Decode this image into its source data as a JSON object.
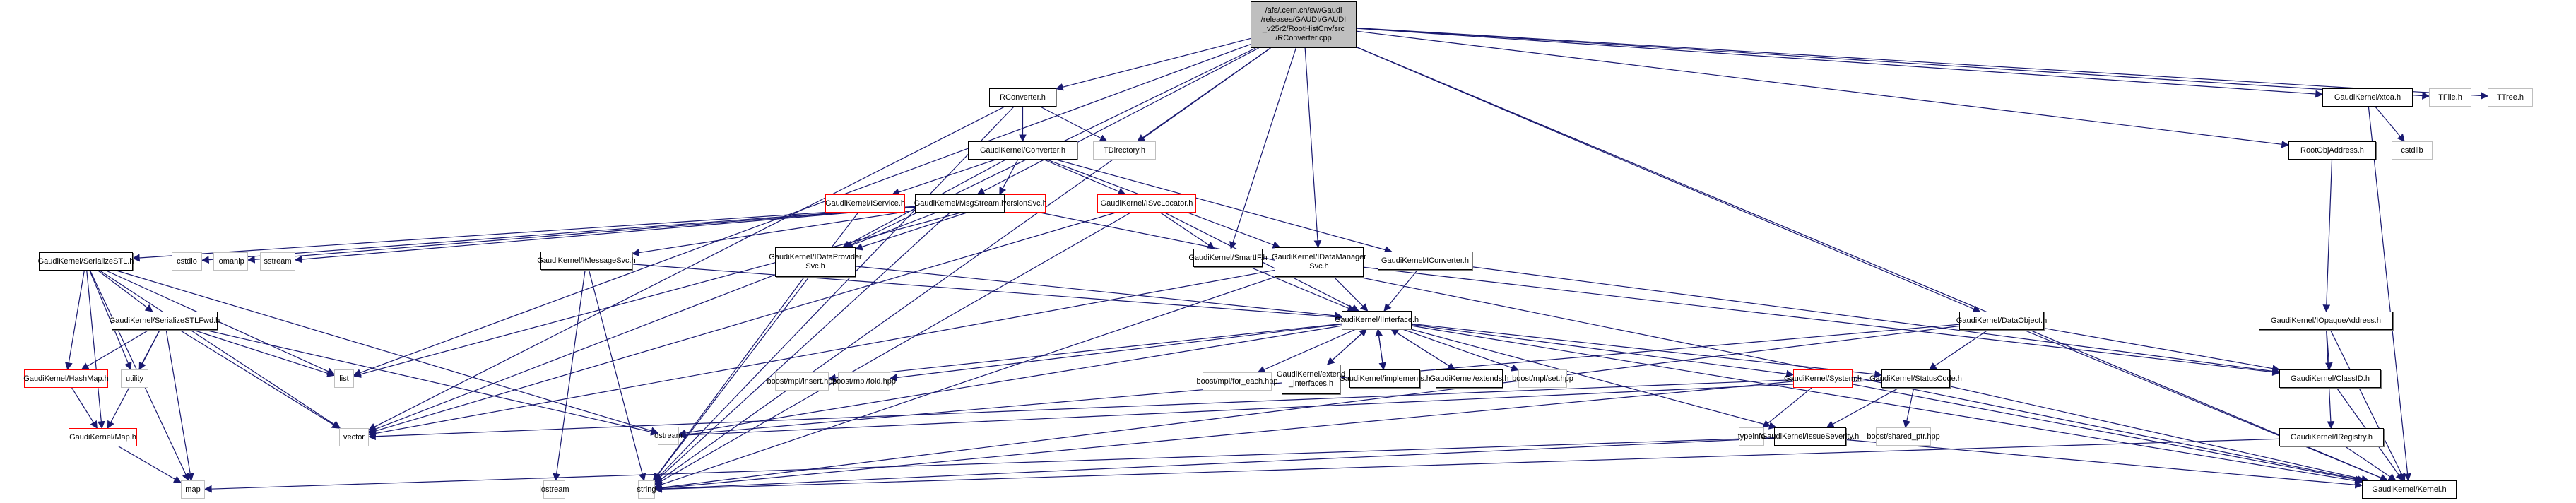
{
  "diagram": {
    "title": "Include dependency graph",
    "root_file": "/afs/.cern.ch/sw/Gaudi\n/releases/GAUDI/GAUDI\n_v25r2/RootHistCnv/src\n/RConverter.cpp",
    "colors": {
      "edge": "#191970",
      "node_border": "#000000",
      "incomplete_border": "#ff0000",
      "external_border": "#bfbfbf",
      "root_fill": "#bfbfbf"
    },
    "nodes": [
      {
        "id": "root",
        "label": "/afs/.cern.ch/sw/Gaudi\n/releases/GAUDI/GAUDI\n_v25r2/RootHistCnv/src\n/RConverter.cpp",
        "kind": "root"
      },
      {
        "id": "rconverter_h",
        "label": "RConverter.h",
        "kind": "normal"
      },
      {
        "id": "converter_h",
        "label": "GaudiKernel/Converter.h",
        "kind": "normal"
      },
      {
        "id": "tdirectory_h",
        "label": "TDirectory.h",
        "kind": "ext"
      },
      {
        "id": "iservice_h",
        "label": "GaudiKernel/IService.h",
        "kind": "red"
      },
      {
        "id": "conversionsvc_h",
        "label": "GaudiKernel/ConversionSvc.h",
        "kind": "red"
      },
      {
        "id": "isvclocator_h",
        "label": "GaudiKernel/ISvcLocator.h",
        "kind": "red"
      },
      {
        "id": "msgstream_h",
        "label": "GaudiKernel/MsgStream.h",
        "kind": "normal"
      },
      {
        "id": "serializestl_h",
        "label": "GaudiKernel/SerializeSTL.h",
        "kind": "normal"
      },
      {
        "id": "cstdio",
        "label": "cstdio",
        "kind": "ext"
      },
      {
        "id": "iomanip",
        "label": "iomanip",
        "kind": "ext"
      },
      {
        "id": "sstream",
        "label": "sstream",
        "kind": "ext"
      },
      {
        "id": "imessagesvc_h",
        "label": "GaudiKernel/IMessageSvc.h",
        "kind": "normal"
      },
      {
        "id": "idataprovidersvc_h",
        "label": "GaudiKernel/IDataProvider\nSvc.h",
        "kind": "normal"
      },
      {
        "id": "smartif_h",
        "label": "GaudiKernel/SmartIF.h",
        "kind": "normal"
      },
      {
        "id": "idatamanagersvc_h",
        "label": "GaudiKernel/IDataManager\nSvc.h",
        "kind": "normal"
      },
      {
        "id": "iconverter_h",
        "label": "GaudiKernel/IConverter.h",
        "kind": "normal"
      },
      {
        "id": "serializestlfwd_h",
        "label": "GaudiKernel/SerializeSTLFwd.h",
        "kind": "normal"
      },
      {
        "id": "hashmap_h",
        "label": "GaudiKernel/HashMap.h",
        "kind": "red"
      },
      {
        "id": "utility",
        "label": "utility",
        "kind": "ext"
      },
      {
        "id": "list",
        "label": "list",
        "kind": "ext"
      },
      {
        "id": "map_h",
        "label": "GaudiKernel/Map.h",
        "kind": "red"
      },
      {
        "id": "vector",
        "label": "vector",
        "kind": "ext"
      },
      {
        "id": "map",
        "label": "map",
        "kind": "ext"
      },
      {
        "id": "iinterface_h",
        "label": "GaudiKernel/IInterface.h",
        "kind": "normal"
      },
      {
        "id": "mpl_insert",
        "label": "boost/mpl/insert.hpp",
        "kind": "ext"
      },
      {
        "id": "mpl_fold",
        "label": "boost/mpl/fold.hpp",
        "kind": "ext"
      },
      {
        "id": "mpl_for_each",
        "label": "boost/mpl/for_each.hpp",
        "kind": "ext"
      },
      {
        "id": "extend_interfaces_h",
        "label": "GaudiKernel/extend\n_interfaces.h",
        "kind": "normal"
      },
      {
        "id": "implements_h",
        "label": "GaudiKernel/implements.h",
        "kind": "normal"
      },
      {
        "id": "extends_h",
        "label": "GaudiKernel/extends.h",
        "kind": "normal"
      },
      {
        "id": "mpl_set",
        "label": "boost/mpl/set.hpp",
        "kind": "ext"
      },
      {
        "id": "system_h",
        "label": "GaudiKernel/System.h",
        "kind": "red"
      },
      {
        "id": "statuscode_h",
        "label": "GaudiKernel/StatusCode.h",
        "kind": "normal"
      },
      {
        "id": "dataobject_h",
        "label": "GaudiKernel/DataObject.h",
        "kind": "normal"
      },
      {
        "id": "ostream",
        "label": "ostream",
        "kind": "ext"
      },
      {
        "id": "typeinfo",
        "label": "typeinfo",
        "kind": "ext"
      },
      {
        "id": "issueseverity_h",
        "label": "GaudiKernel/IssueSeverity.h",
        "kind": "normal"
      },
      {
        "id": "shared_ptr",
        "label": "boost/shared_ptr.hpp",
        "kind": "ext"
      },
      {
        "id": "iostream",
        "label": "iostream",
        "kind": "ext"
      },
      {
        "id": "string",
        "label": "string",
        "kind": "ext"
      },
      {
        "id": "xtoa_h",
        "label": "GaudiKernel/xtoa.h",
        "kind": "normal"
      },
      {
        "id": "tfile_h",
        "label": "TFile.h",
        "kind": "ext"
      },
      {
        "id": "ttree_h",
        "label": "TTree.h",
        "kind": "ext"
      },
      {
        "id": "rootobjaddress_h",
        "label": "RootObjAddress.h",
        "kind": "normal"
      },
      {
        "id": "cstdlib",
        "label": "cstdlib",
        "kind": "ext"
      },
      {
        "id": "iopaqueaddress_h",
        "label": "GaudiKernel/IOpaqueAddress.h",
        "kind": "normal"
      },
      {
        "id": "classid_h",
        "label": "GaudiKernel/ClassID.h",
        "kind": "normal"
      },
      {
        "id": "iregistry_h",
        "label": "GaudiKernel/IRegistry.h",
        "kind": "normal"
      },
      {
        "id": "kernel_h",
        "label": "GaudiKernel/Kernel.h",
        "kind": "normal"
      }
    ],
    "edges": [
      [
        "root",
        "rconverter_h"
      ],
      [
        "root",
        "msgstream_h"
      ],
      [
        "root",
        "list"
      ],
      [
        "root",
        "string"
      ],
      [
        "root",
        "tdirectory_h"
      ],
      [
        "root",
        "idataprovidersvc_h"
      ],
      [
        "root",
        "smartif_h"
      ],
      [
        "root",
        "idatamanagersvc_h"
      ],
      [
        "root",
        "dataobject_h"
      ],
      [
        "root",
        "xtoa_h"
      ],
      [
        "root",
        "tfile_h"
      ],
      [
        "root",
        "ttree_h"
      ],
      [
        "root",
        "rootobjaddress_h"
      ],
      [
        "root",
        "kernel_h"
      ],
      [
        "rconverter_h",
        "converter_h"
      ],
      [
        "rconverter_h",
        "tdirectory_h"
      ],
      [
        "rconverter_h",
        "string"
      ],
      [
        "rconverter_h",
        "vector"
      ],
      [
        "converter_h",
        "iservice_h"
      ],
      [
        "converter_h",
        "conversionsvc_h"
      ],
      [
        "converter_h",
        "isvclocator_h"
      ],
      [
        "converter_h",
        "idataprovidersvc_h"
      ],
      [
        "converter_h",
        "idatamanagersvc_h"
      ],
      [
        "converter_h",
        "iconverter_h"
      ],
      [
        "iservice_h",
        "string"
      ],
      [
        "conversionsvc_h",
        "idataprovidersvc_h"
      ],
      [
        "conversionsvc_h",
        "list"
      ],
      [
        "conversionsvc_h",
        "kernel_h"
      ],
      [
        "isvclocator_h",
        "smartif_h"
      ],
      [
        "isvclocator_h",
        "iinterface_h"
      ],
      [
        "isvclocator_h",
        "string"
      ],
      [
        "isvclocator_h",
        "vector"
      ],
      [
        "msgstream_h",
        "serializestl_h"
      ],
      [
        "msgstream_h",
        "cstdio"
      ],
      [
        "msgstream_h",
        "iomanip"
      ],
      [
        "msgstream_h",
        "sstream"
      ],
      [
        "msgstream_h",
        "imessagesvc_h"
      ],
      [
        "msgstream_h",
        "string"
      ],
      [
        "msgstream_h",
        "vector"
      ],
      [
        "serializestl_h",
        "serializestlfwd_h"
      ],
      [
        "serializestl_h",
        "hashmap_h"
      ],
      [
        "serializestl_h",
        "utility"
      ],
      [
        "serializestl_h",
        "map_h"
      ],
      [
        "serializestl_h",
        "map"
      ],
      [
        "serializestl_h",
        "list"
      ],
      [
        "serializestl_h",
        "vector"
      ],
      [
        "serializestl_h",
        "ostream"
      ],
      [
        "imessagesvc_h",
        "iinterface_h"
      ],
      [
        "imessagesvc_h",
        "iostream"
      ],
      [
        "imessagesvc_h",
        "string"
      ],
      [
        "idataprovidersvc_h",
        "iinterface_h"
      ],
      [
        "idataprovidersvc_h",
        "string"
      ],
      [
        "smartif_h",
        "iinterface_h"
      ],
      [
        "idatamanagersvc_h",
        "iinterface_h"
      ],
      [
        "idatamanagersvc_h",
        "classid_h"
      ],
      [
        "idatamanagersvc_h",
        "string"
      ],
      [
        "idatamanagersvc_h",
        "vector"
      ],
      [
        "iconverter_h",
        "iinterface_h"
      ],
      [
        "iconverter_h",
        "classid_h"
      ],
      [
        "serializestlfwd_h",
        "hashmap_h"
      ],
      [
        "serializestlfwd_h",
        "utility"
      ],
      [
        "serializestlfwd_h",
        "map_h"
      ],
      [
        "serializestlfwd_h",
        "map"
      ],
      [
        "serializestlfwd_h",
        "list"
      ],
      [
        "serializestlfwd_h",
        "vector"
      ],
      [
        "serializestlfwd_h",
        "ostream"
      ],
      [
        "hashmap_h",
        "map_h"
      ],
      [
        "map_h",
        "map"
      ],
      [
        "iinterface_h",
        "mpl_insert"
      ],
      [
        "iinterface_h",
        "mpl_fold"
      ],
      [
        "iinterface_h",
        "mpl_for_each"
      ],
      [
        "iinterface_h",
        "extend_interfaces_h"
      ],
      [
        "iinterface_h",
        "implements_h"
      ],
      [
        "iinterface_h",
        "extends_h"
      ],
      [
        "iinterface_h",
        "mpl_set"
      ],
      [
        "iinterface_h",
        "system_h"
      ],
      [
        "iinterface_h",
        "statuscode_h"
      ],
      [
        "iinterface_h",
        "ostream"
      ],
      [
        "iinterface_h",
        "kernel_h"
      ],
      [
        "iinterface_h",
        "issueseverity_h"
      ],
      [
        "extend_interfaces_h",
        "iinterface_h"
      ],
      [
        "implements_h",
        "iinterface_h"
      ],
      [
        "extends_h",
        "iinterface_h"
      ],
      [
        "system_h",
        "typeinfo"
      ],
      [
        "system_h",
        "string"
      ],
      [
        "system_h",
        "vector"
      ],
      [
        "system_h",
        "kernel_h"
      ],
      [
        "statuscode_h",
        "issueseverity_h"
      ],
      [
        "statuscode_h",
        "shared_ptr"
      ],
      [
        "statuscode_h",
        "ostream"
      ],
      [
        "statuscode_h",
        "kernel_h"
      ],
      [
        "issueseverity_h",
        "string"
      ],
      [
        "issueseverity_h",
        "map"
      ],
      [
        "issueseverity_h",
        "kernel_h"
      ],
      [
        "dataobject_h",
        "statuscode_h"
      ],
      [
        "dataobject_h",
        "classid_h"
      ],
      [
        "dataobject_h",
        "string"
      ],
      [
        "dataobject_h",
        "ostream"
      ],
      [
        "dataobject_h",
        "kernel_h"
      ],
      [
        "xtoa_h",
        "cstdlib"
      ],
      [
        "xtoa_h",
        "kernel_h"
      ],
      [
        "rootobjaddress_h",
        "iopaqueaddress_h"
      ],
      [
        "iopaqueaddress_h",
        "classid_h"
      ],
      [
        "iopaqueaddress_h",
        "kernel_h"
      ],
      [
        "iopaqueaddress_h",
        "iregistry_h"
      ],
      [
        "classid_h",
        "kernel_h"
      ],
      [
        "iregistry_h",
        "kernel_h"
      ],
      [
        "iregistry_h",
        "string"
      ]
    ]
  }
}
